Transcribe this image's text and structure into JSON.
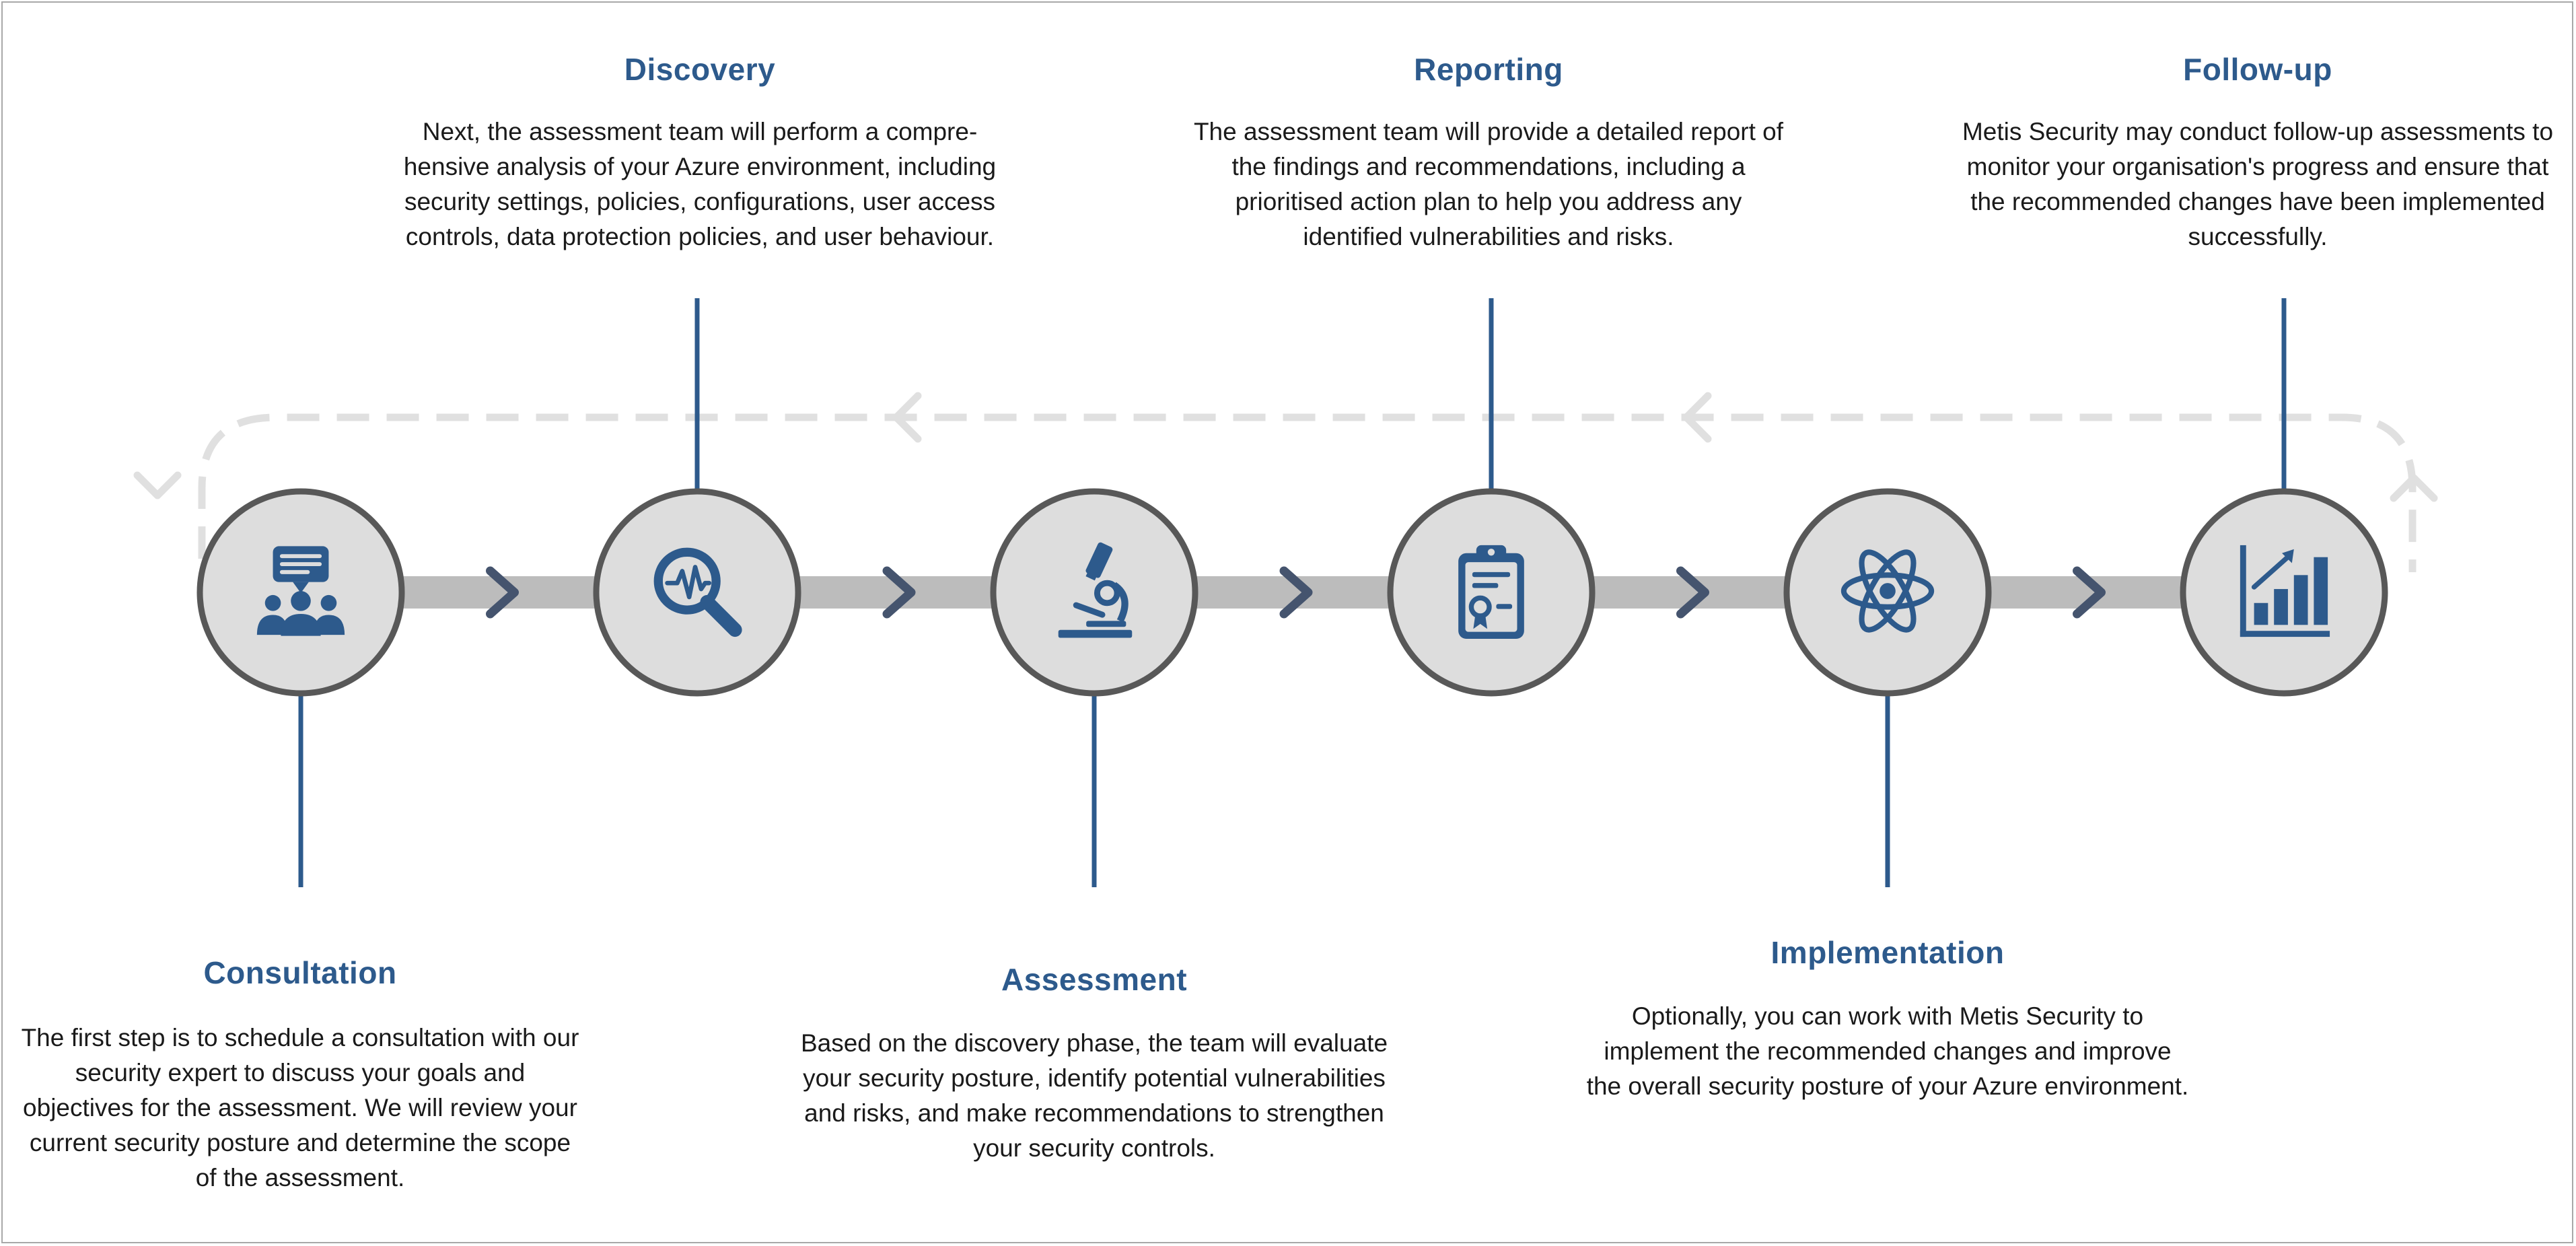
{
  "colors": {
    "accent": "#2d5a8c",
    "connector": "#bcbcbc",
    "loop": "#e0e0e0",
    "node_fill": "#dddddd",
    "node_border": "#585858",
    "chevron": "#45546e"
  },
  "steps": [
    {
      "title": "Consultation",
      "icon": "meeting-icon",
      "description": "The first step is to schedule a consultation with our security expert to discuss your goals and objectives for the assessment. We will review your current security posture and determine the scope of the assessment."
    },
    {
      "title": "Discovery",
      "icon": "magnifier-pulse-icon",
      "description": "Next, the assessment team will perform a compre-hensive analysis of your Azure environment, including security settings, policies, configurations, user access controls, data protection policies, and user behaviour."
    },
    {
      "title": "Assessment",
      "icon": "microscope-icon",
      "description": "Based on the discovery phase, the team will evaluate your security posture, identify potential vulnerabilities and risks, and make recommendations to strengthen your security controls."
    },
    {
      "title": "Reporting",
      "icon": "clipboard-report-icon",
      "description": "The assessment team will provide a detailed report of the findings and recommendations, including a prioritised action plan to help you address any identified vulnerabilities and risks."
    },
    {
      "title": "Implementation",
      "icon": "atom-icon",
      "description": "Optionally, you can work with Metis Security to implement the recommended changes and improve the overall security posture of your Azure environment."
    },
    {
      "title": "Follow-up",
      "icon": "growth-chart-icon",
      "description": "Metis Security may conduct follow-up assessments to monitor your organisation's progress and ensure that the recommended changes have been implemented successfully."
    }
  ]
}
